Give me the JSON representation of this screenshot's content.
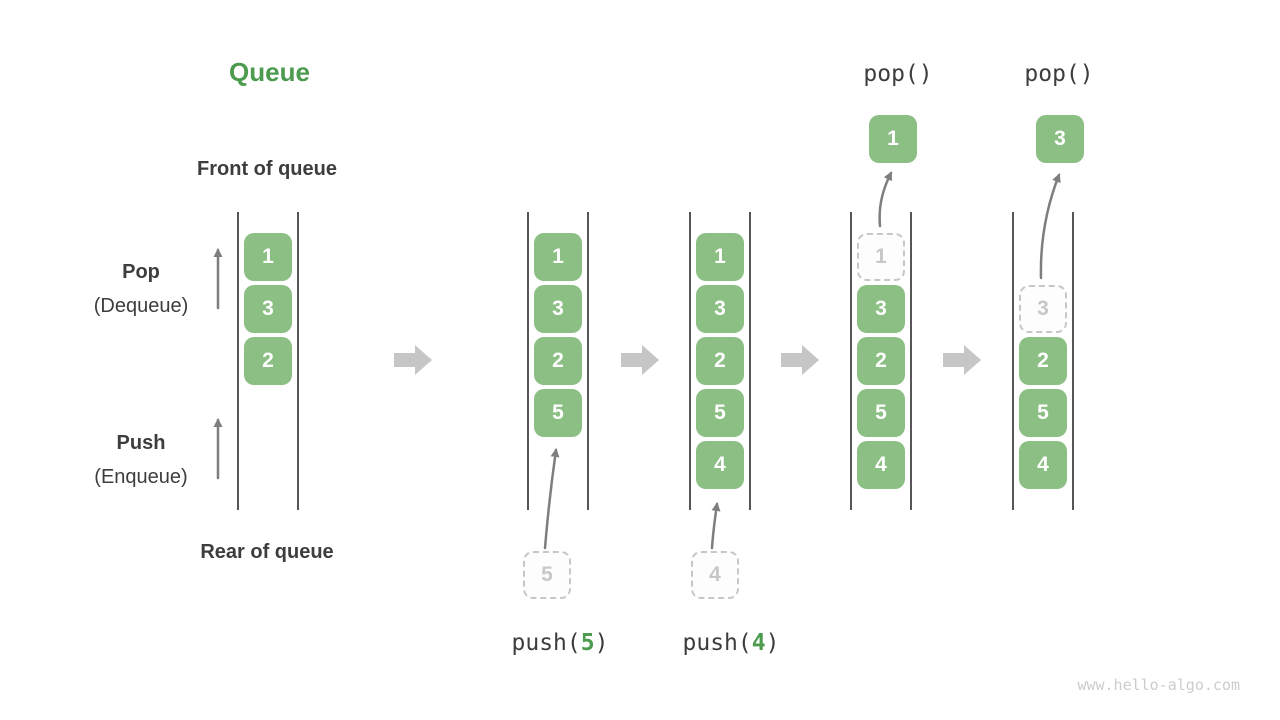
{
  "title": "Queue",
  "labels": {
    "front_of_queue": "Front of queue",
    "pop": "Pop",
    "pop_alias": "(Dequeue)",
    "push": "Push",
    "push_alias": "(Enqueue)",
    "rear_of_queue": "Rear of queue"
  },
  "states": [
    {
      "items": [
        {
          "value": "1",
          "variant": "solid"
        },
        {
          "value": "3",
          "variant": "solid"
        },
        {
          "value": "2",
          "variant": "solid"
        }
      ]
    },
    {
      "items": [
        {
          "value": "1",
          "variant": "solid"
        },
        {
          "value": "3",
          "variant": "solid"
        },
        {
          "value": "2",
          "variant": "solid"
        },
        {
          "value": "5",
          "variant": "solid"
        }
      ]
    },
    {
      "items": [
        {
          "value": "1",
          "variant": "solid"
        },
        {
          "value": "3",
          "variant": "solid"
        },
        {
          "value": "2",
          "variant": "solid"
        },
        {
          "value": "5",
          "variant": "solid"
        },
        {
          "value": "4",
          "variant": "solid"
        }
      ]
    },
    {
      "items": [
        {
          "value": "1",
          "variant": "dashed"
        },
        {
          "value": "3",
          "variant": "solid"
        },
        {
          "value": "2",
          "variant": "solid"
        },
        {
          "value": "5",
          "variant": "solid"
        },
        {
          "value": "4",
          "variant": "solid"
        }
      ]
    },
    {
      "items": [
        {
          "value": "",
          "variant": "empty"
        },
        {
          "value": "3",
          "variant": "dashed"
        },
        {
          "value": "2",
          "variant": "solid"
        },
        {
          "value": "5",
          "variant": "solid"
        },
        {
          "value": "4",
          "variant": "solid"
        }
      ]
    }
  ],
  "operations": {
    "pushes": [
      {
        "call_prefix": "push(",
        "argument": "5",
        "call_suffix": ")",
        "staged_value": "5"
      },
      {
        "call_prefix": "push(",
        "argument": "4",
        "call_suffix": ")",
        "staged_value": "4"
      }
    ],
    "pops": [
      {
        "call": "pop()",
        "popped_value": "1"
      },
      {
        "call": "pop()",
        "popped_value": "3"
      }
    ]
  },
  "watermark": "www.hello-algo.com",
  "colors": {
    "accent_green": "#4c9b4f",
    "box_green": "#8cbf84",
    "text_dark": "#3d3d3d",
    "dashed_gray": "#c7c7c7",
    "thin_arrow_gray": "#7e7e7e",
    "block_arrow_gray": "#c6c6c6",
    "wall_gray": "#565656",
    "watermark_gray": "#cccccc"
  }
}
